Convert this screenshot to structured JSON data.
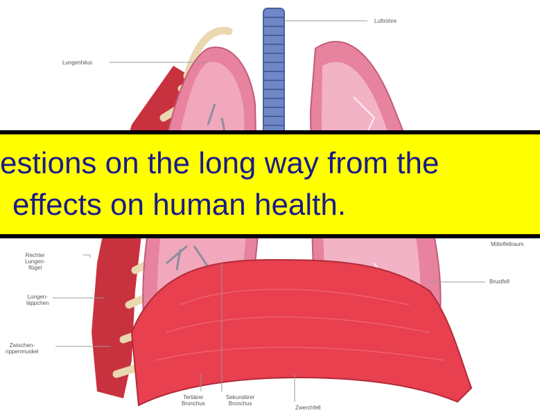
{
  "labels": {
    "trachea": "Luftröhre",
    "hilum": "Lungenhilus",
    "right_lung": "Rechter\nLungen-\nflügel",
    "lobule": "Lungen-\nläppchen",
    "intercostal": "Zwischen-\nrippenmuskel",
    "mediastinum": "Mittelfellraum",
    "pleura": "Brustfell",
    "tertiary": "Tertiärer\nBronchus",
    "secondary": "Sekundärer\nBronchus",
    "diaphragm": "Zwerchfell"
  },
  "banner": {
    "line1": "estions on the long way from the",
    "line2": "effects on human health."
  },
  "colors": {
    "banner_fill": "#ffff00",
    "banner_border": "#000000",
    "banner_text": "#1a1a8c",
    "lung": "#e8839f",
    "diaphragm": "#e8404f"
  }
}
